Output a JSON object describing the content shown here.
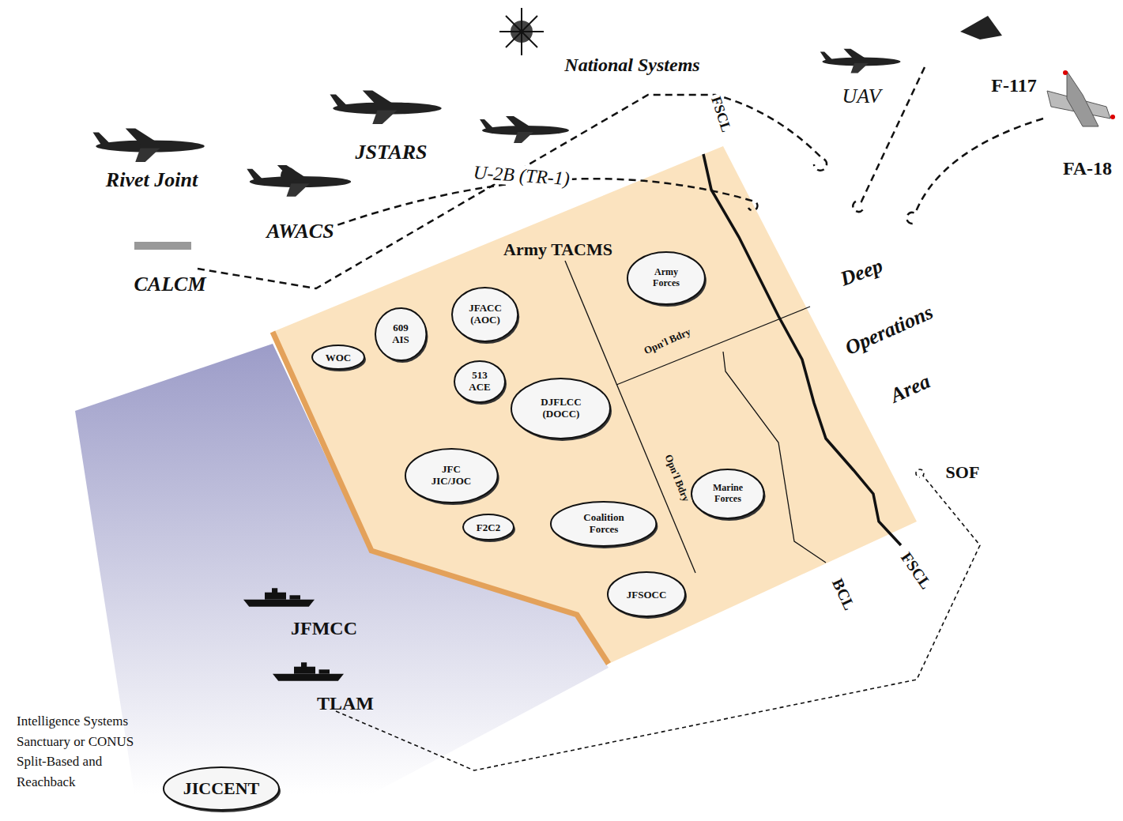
{
  "diagram": {
    "nodes": [
      {
        "text": [
          "WOC"
        ]
      },
      {
        "text": [
          "609 AIS"
        ]
      },
      {
        "text": [
          "JFACC (AOC)"
        ]
      },
      {
        "text": [
          "513 ACE"
        ]
      },
      {
        "text": [
          "DJFLCC (DOCC)"
        ]
      },
      {
        "text": [
          "JFC JIC/JOC"
        ]
      },
      {
        "text": [
          "F2C2"
        ]
      },
      {
        "text": [
          "Coalition Forces"
        ]
      },
      {
        "text": [
          "JFSOCC"
        ]
      },
      {
        "text": [
          "Army Forces"
        ]
      },
      {
        "text": [
          "Marine Forces"
        ]
      },
      {
        "text": [
          "JICCENT"
        ]
      }
    ],
    "labels": [
      "National Systems",
      "UAV",
      "F-117",
      "FA-18",
      "Rivet Joint",
      "JSTARS",
      "U-2B (TR-1)",
      "AWACS",
      "CALCM",
      "Army TACMS",
      "FSCL",
      "Deep",
      "Operations",
      "Area",
      "Opn'l Bdry",
      "Opn'l Bdry",
      "SOF",
      "BCL",
      "FSCL",
      "JFMCC",
      "TLAM",
      "Intelligence Systems Sanctuary or CONUS Split-Based and Reachback"
    ]
  }
}
